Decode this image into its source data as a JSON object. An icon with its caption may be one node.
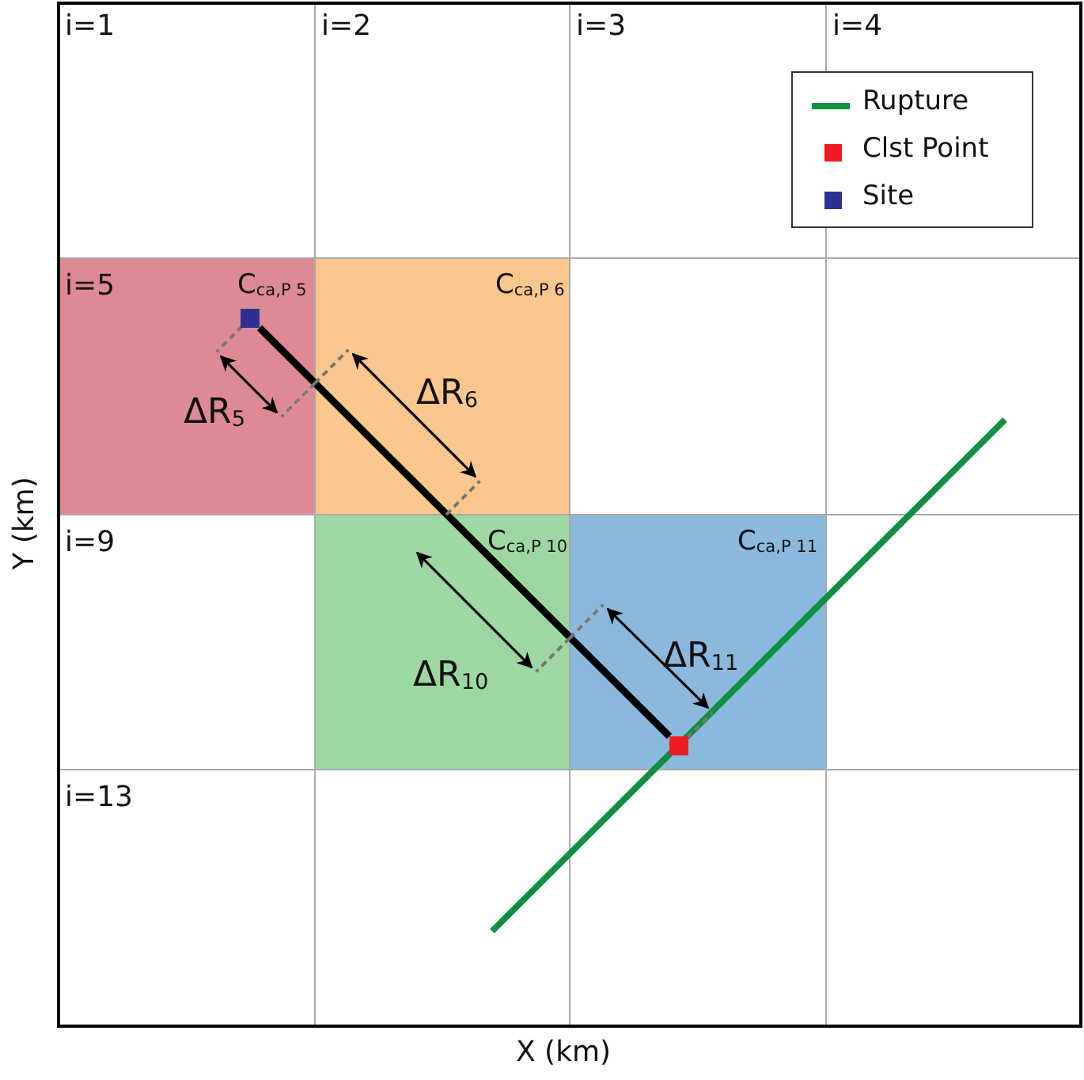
{
  "diagram": {
    "nodes": [
      {
        "text": [],
        "shape": "box"
      },
      {
        "text": [],
        "shape": "box"
      }
    ],
    "edges": [
      {
        "from": 0,
        "to": 1,
        "arrow": "none"
      }
    ],
    "labels": [
      "i=1",
      "i=2",
      "i=3",
      "i=4",
      "i=5",
      "C$_{ca,P 5}$",
      "C$_{ca,P 6}$",
      "ΔR$_{6}$",
      "ΔR$_{5}$",
      "i=9",
      "C$_{ca,P 10}$",
      "C$_{ca,P 11}$",
      "ΔR$_{11}$",
      "ΔR$_{10}$",
      "i=13",
      "Y (km)",
      "X (km)"
    ],
    "legend": [
      {
        "text": "Rupture"
      },
      {
        "text": "Clst Point",
        "color": "#ed1c24"
      },
      {
        "text": "Site",
        "color": "#2e3192"
      }
    ]
  }
}
